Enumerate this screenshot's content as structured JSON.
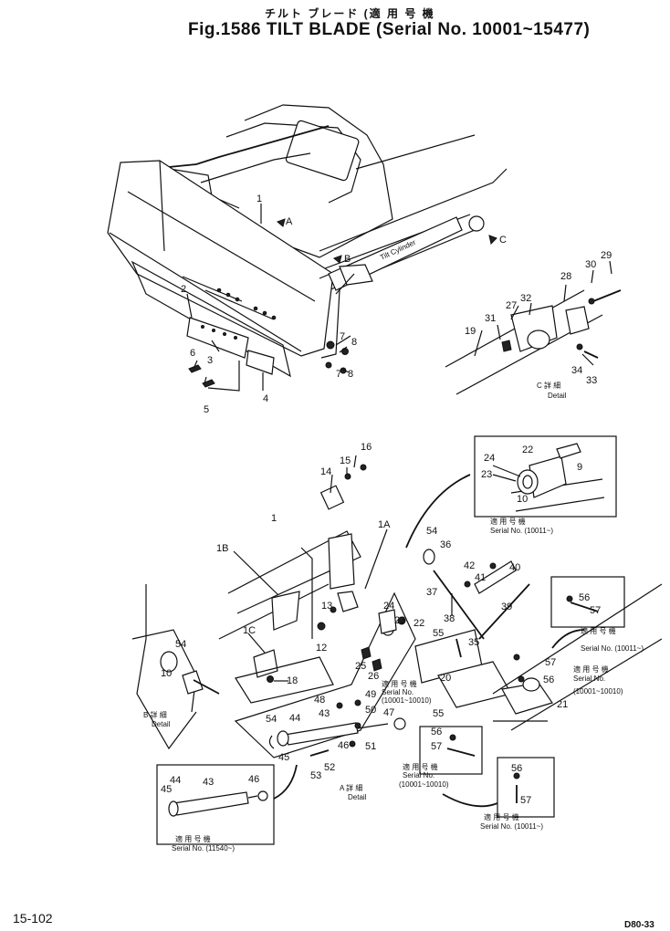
{
  "header": {
    "title_jp": "チルト ブレード (適 用 号 機",
    "title_en": "Fig.1586 TILT BLADE (Serial No. 10001~15477)"
  },
  "footer": {
    "page_number": "15-102",
    "drawing_code": "D80-33"
  },
  "callouts": [
    "1",
    "2",
    "3",
    "4",
    "5",
    "6",
    "7",
    "8",
    "9",
    "10",
    "12",
    "13",
    "14",
    "15",
    "16",
    "18",
    "19",
    "20",
    "21",
    "22",
    "23",
    "24",
    "25",
    "26",
    "27",
    "28",
    "29",
    "30",
    "31",
    "32",
    "33",
    "34",
    "35",
    "36",
    "37",
    "38",
    "39",
    "40",
    "41",
    "42",
    "43",
    "44",
    "45",
    "46",
    "47",
    "48",
    "49",
    "50",
    "51",
    "52",
    "53",
    "54",
    "55",
    "56",
    "57",
    "1A",
    "1B",
    "1C",
    "A",
    "B",
    "C"
  ],
  "annotations": {
    "tilt_cylinder": "Tilt Cylinder",
    "detail_c_jp": "C 詳 細",
    "detail_c": "Detail",
    "detail_b_jp": "B 詳 細",
    "detail_b": "Detail",
    "detail_a_jp": "A 詳 細",
    "detail_a": "Detail",
    "applicable_jp": "適 用 号 機",
    "serial_no": "Serial No.",
    "serial_10011": "Serial No. (10011~)",
    "serial_10011b": "Serial No. (10011~)",
    "serial_10011c": "Serial No. (10011~)",
    "serial_10001_10010": "(10001~10010)",
    "serial_10001_10010b": "(10001~10010)",
    "serial_10001_10010c": "(10001~10010)",
    "serial_11540": "Serial No. (11540~)"
  }
}
